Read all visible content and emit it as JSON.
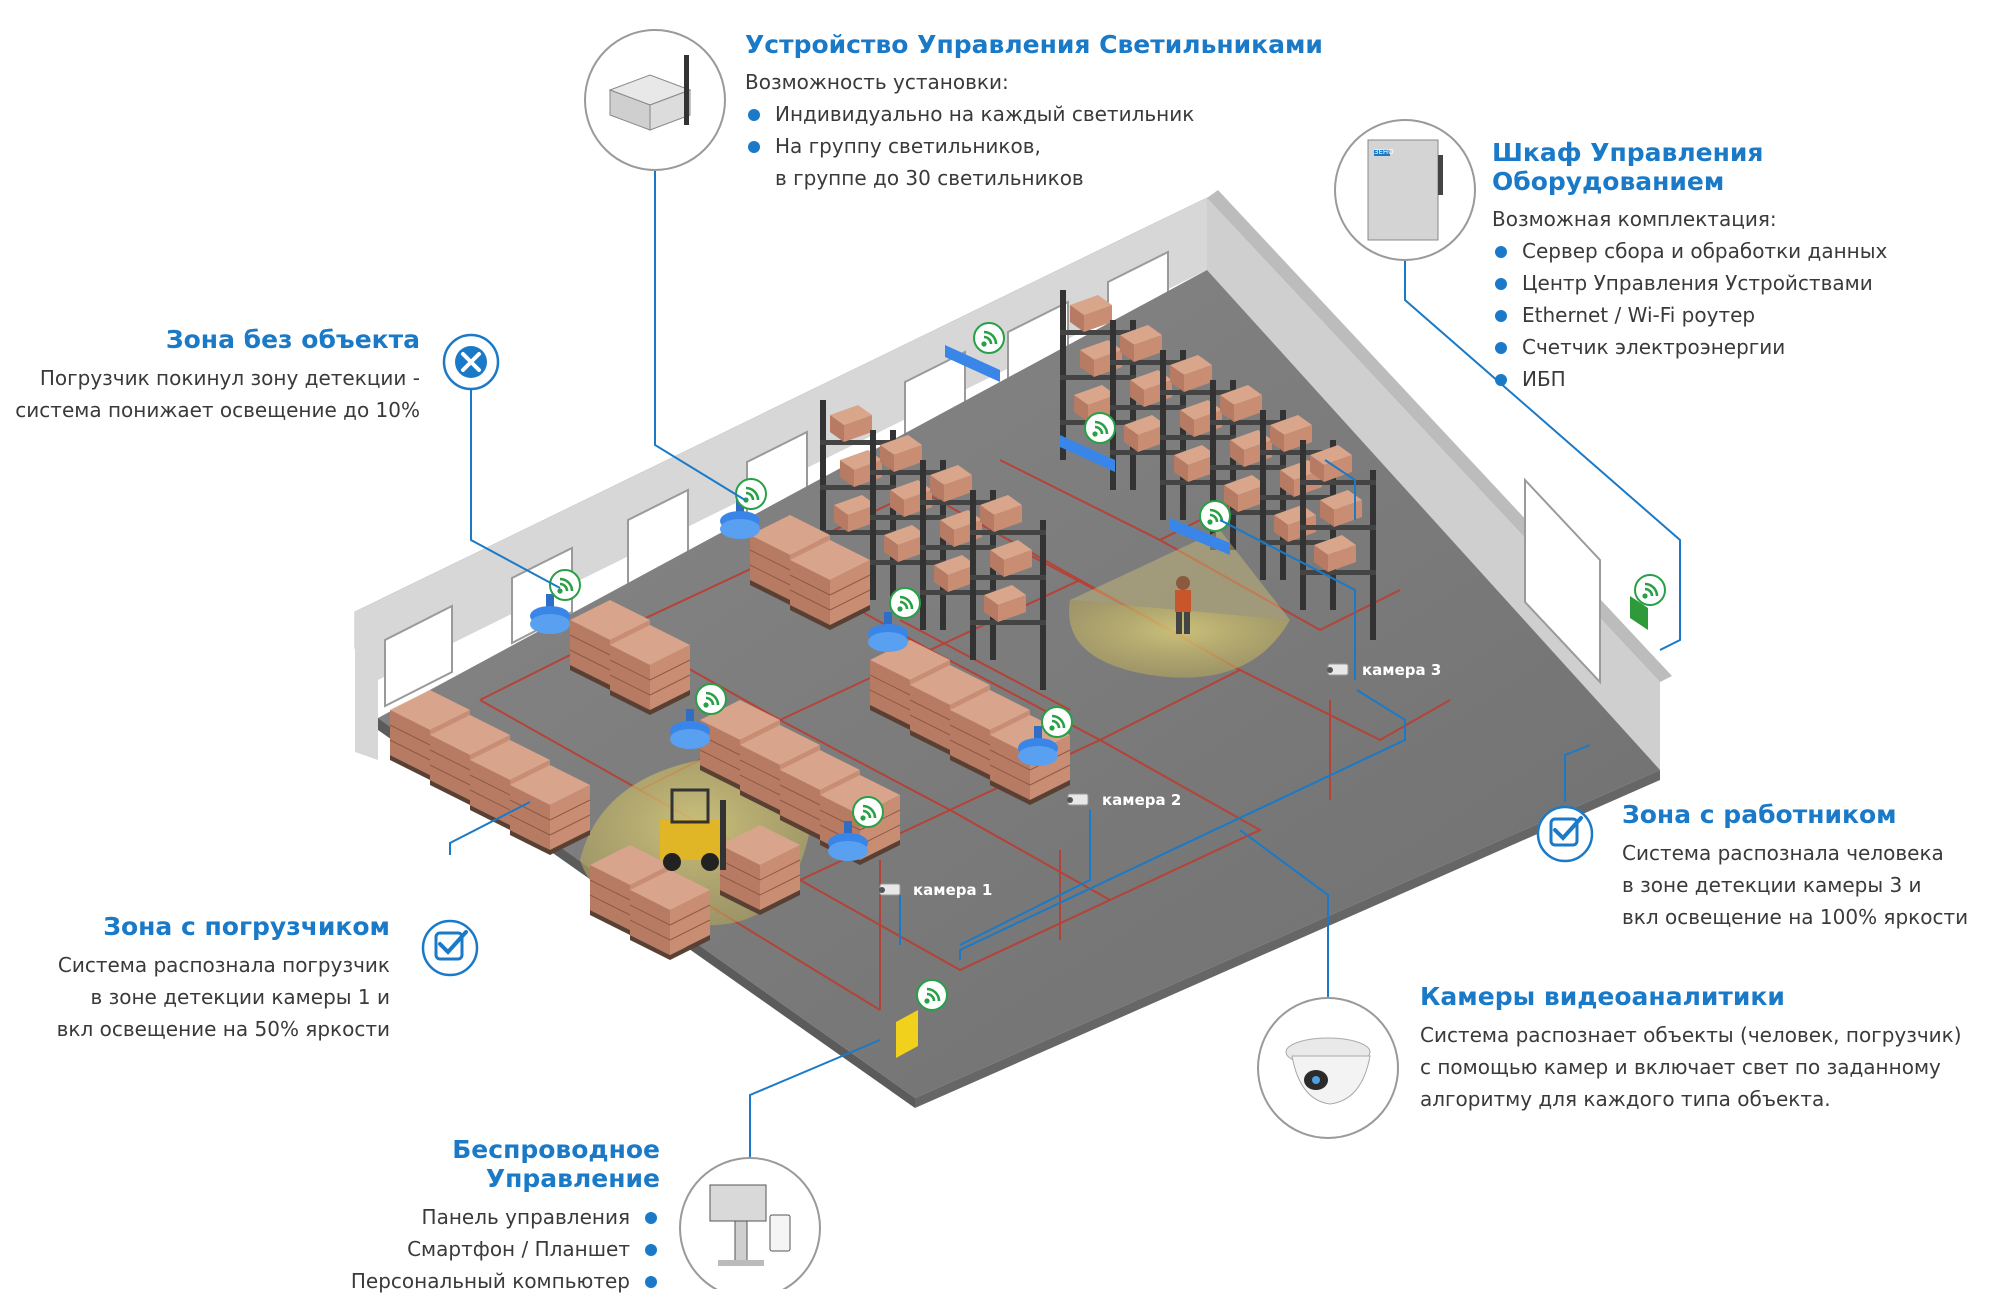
{
  "lighting_device": {
    "title": "Устройство Управления Светильниками",
    "subtitle": "Возможность установки:",
    "items": [
      "Индивидуально на каждый светильник",
      "На группу светильников,"
    ],
    "items_cont": "в группе до 30 светильников"
  },
  "cabinet": {
    "title": "Шкаф Управления Оборудованием",
    "subtitle": "Возможная комплектация:",
    "items": [
      "Сервер сбора и обработки данных",
      "Центр Управления Устройствами",
      "Ethernet / Wi-Fi роутер",
      "Счетчик электроэнергии",
      "ИБП"
    ],
    "box_label": "ЗЕНО"
  },
  "zone_empty": {
    "title": "Зона без объекта",
    "lines": [
      "Погрузчик покинул зону детекции -",
      "система понижает освещение до 10%"
    ]
  },
  "zone_forklift": {
    "title": "Зона с погрузчиком",
    "lines": [
      "Система распознала погрузчик",
      "в зоне детекции камеры 1 и",
      "вкл освещение на 50% яркости"
    ]
  },
  "zone_worker": {
    "title": "Зона с работником",
    "lines": [
      "Система распознала человека",
      "в зоне детекции камеры 3 и",
      "вкл освещение на 100% яркости"
    ]
  },
  "cameras": {
    "title": "Камеры видеоаналитики",
    "lines": [
      "Система распознает объекты (человек, погрузчик)",
      "с помощью камер и включает свет по заданному",
      "алгоритму для каждого типа объекта."
    ],
    "labels": [
      "камера 1",
      "камера 2",
      "камера 3"
    ]
  },
  "wireless": {
    "title": "Беспроводное Управление",
    "items": [
      "Панель управления",
      "Смартфон / Планшет",
      "Персональный компьютер"
    ]
  },
  "colors": {
    "accent": "#1a7ac7",
    "floor": "#7c7c7c",
    "wall": "#d8d8d8",
    "signal": "#27a046",
    "lamp": "#3a86e8",
    "zone": "#c9b86a"
  }
}
